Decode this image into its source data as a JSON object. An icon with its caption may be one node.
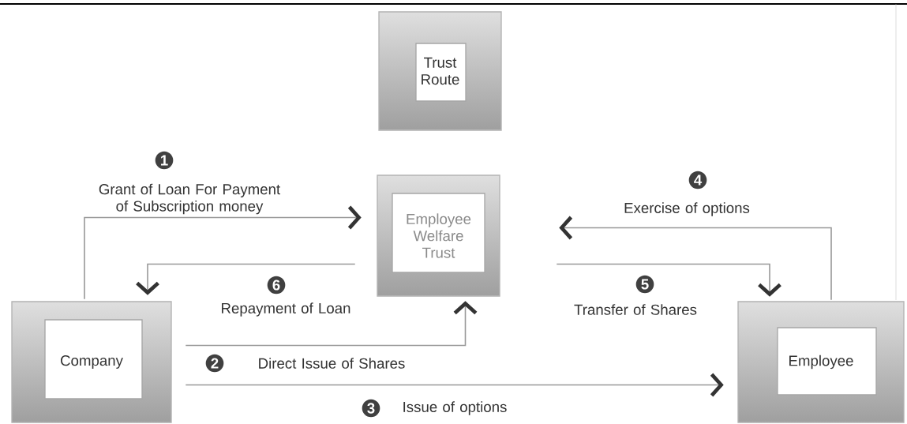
{
  "diagram": {
    "nodes": [
      {
        "text": [
          "Trust Route"
        ]
      },
      {
        "text": [
          "Employee Welfare Trust"
        ]
      },
      {
        "text": [
          "Company"
        ]
      },
      {
        "text": [
          "Employee"
        ]
      }
    ],
    "edges": [
      {
        "from": 2,
        "to": 1,
        "arrow": "to",
        "label": "Grant of Loan For Payment of Subscription money"
      },
      {
        "from": 1,
        "to": 2,
        "arrow": "to",
        "label": "Repayment of Loan"
      },
      {
        "from": 2,
        "to": 1,
        "arrow": "to",
        "label": "Direct Issue of Shares"
      },
      {
        "from": 2,
        "to": 3,
        "arrow": "to",
        "label": "Issue of options"
      },
      {
        "from": 3,
        "to": 1,
        "arrow": "to",
        "label": "Exercise of options"
      },
      {
        "from": 1,
        "to": 3,
        "arrow": "to",
        "label": "Transfer of Shares"
      }
    ],
    "labels": [
      "1",
      "4",
      "6",
      "5",
      "2",
      "3"
    ]
  }
}
